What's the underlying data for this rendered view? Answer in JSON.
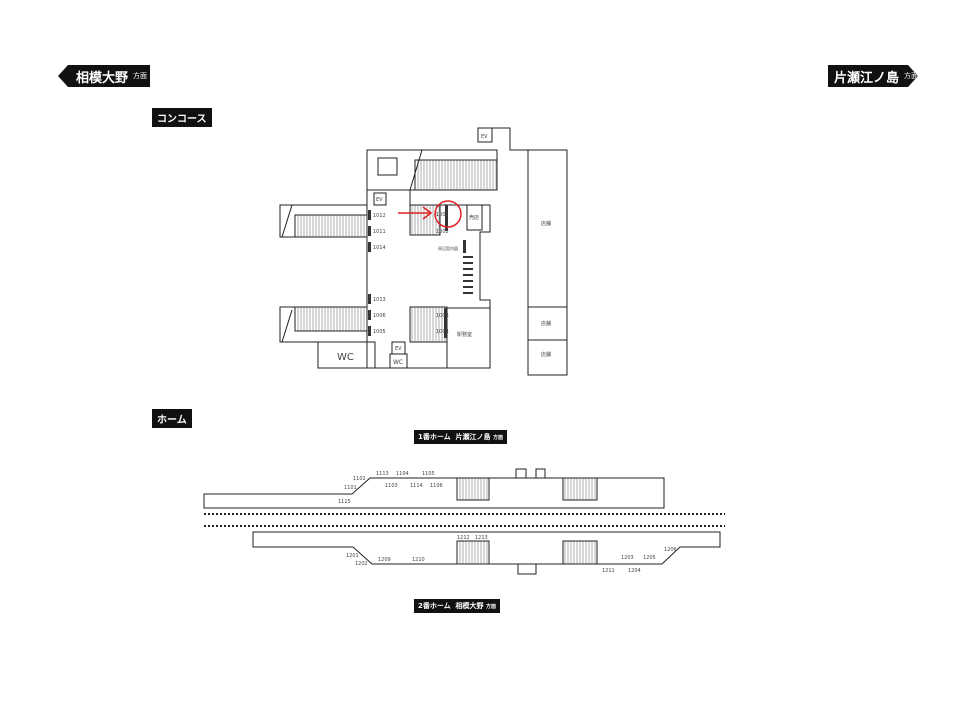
{
  "directions": {
    "left": {
      "name": "相模大野",
      "suffix": "方面"
    },
    "right": {
      "name": "片瀬江ノ島",
      "suffix": "方面"
    }
  },
  "sections": {
    "concourse": "コンコース",
    "platform": "ホーム"
  },
  "platforms": {
    "p1": {
      "name": "1番ホーム",
      "dest": "片瀬江ノ島",
      "suffix": "方面"
    },
    "p2": {
      "name": "2番ホーム",
      "dest": "相模大野",
      "suffix": "方面"
    }
  },
  "concourse": {
    "ev": "EV",
    "wc": "WC",
    "shop": "売店",
    "store": "店舗",
    "office": "駅務室",
    "area_map": "周辺案内図",
    "codes": [
      "1012",
      "1011",
      "1014",
      "1013",
      "1006",
      "1005",
      "1001",
      "1002",
      "1003",
      "1004"
    ],
    "highlighted": "1001",
    "highlight_color": "#e02020"
  },
  "platform_codes": {
    "p1": [
      "1102",
      "1101",
      "1115",
      "1113",
      "1104",
      "1105",
      "1103",
      "1114",
      "1106"
    ],
    "p2": [
      "1212",
      "1213",
      "1201",
      "1202",
      "1209",
      "1210",
      "1211",
      "1203",
      "1204",
      "1205",
      "1206"
    ]
  }
}
